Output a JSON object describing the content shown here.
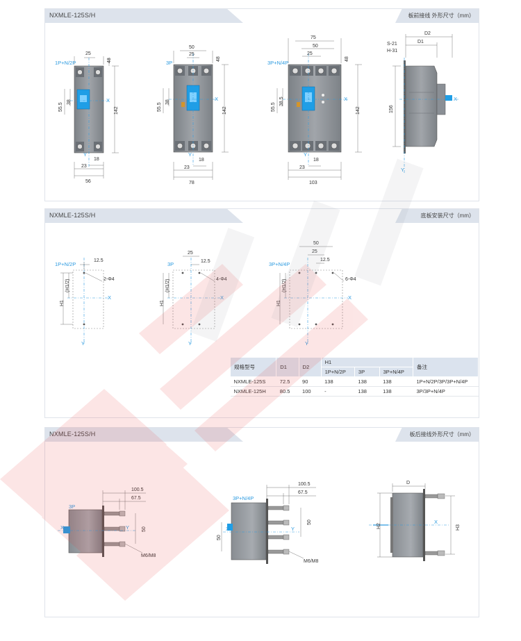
{
  "panels": [
    {
      "title": "NXMLE-125S/H",
      "subtitle": "板前接线  外形尺寸（mm）"
    },
    {
      "title": "NXMLE-125S/H",
      "subtitle": "底板安装尺寸（mm）"
    },
    {
      "title": "NXMLE-125S/H",
      "subtitle": "板后接线外形尺寸（mm）"
    }
  ],
  "front": {
    "p1": {
      "label": "1P+N/2P",
      "d25": "25",
      "d48": "48",
      "d142": "142",
      "d555": "55.5",
      "d38": "38",
      "d18": "18",
      "d23": "23",
      "d56": "56",
      "x": "X",
      "y": "Y"
    },
    "p3": {
      "label": "3P",
      "d50": "50",
      "d25": "25",
      "d48": "48",
      "d142": "142",
      "d555": "55.5",
      "d38": "38",
      "d18": "18",
      "d23": "23",
      "d78": "78",
      "x": "X",
      "y": "Y"
    },
    "p4": {
      "label": "3P+N/4P",
      "d75": "75",
      "d50": "50",
      "d25": "25",
      "d48": "48",
      "d142": "142",
      "d555": "55.5",
      "d385": "38.5",
      "d18": "18",
      "d23": "23",
      "d103": "103",
      "x": "X",
      "y": "Y"
    },
    "side": {
      "d2": "D2",
      "d1": "D1",
      "s21": "S-21",
      "h31": "H-31",
      "d156": "156",
      "x": "X",
      "y": "Y"
    }
  },
  "mount": {
    "p1": {
      "label": "1P+N/2P",
      "d125": "12.5",
      "hole": "2-Φ4",
      "h1": "H1",
      "h1h": "(H1/2)",
      "x": "X",
      "y": "Y"
    },
    "p3": {
      "label": "3P",
      "d25": "25",
      "d125": "12.5",
      "hole": "4-Φ4",
      "h1": "H1",
      "h1h": "(H1/2)",
      "x": "X",
      "y": "Y"
    },
    "p4": {
      "label": "3P+N/4P",
      "d50": "50",
      "d25": "25",
      "d125": "12.5",
      "hole": "6-Φ4",
      "h1": "H1",
      "h1h": "(H1/2)",
      "x": "X",
      "y": "Y"
    }
  },
  "table": {
    "headers": {
      "model": "规格型号",
      "d1": "D1",
      "d2": "D2",
      "h1": "H1",
      "h1_1p": "1P+N/2P",
      "h1_3p": "3P",
      "h1_4p": "3P+N/4P",
      "note": "备注"
    },
    "rows": [
      {
        "model": "NXMLE-125S",
        "d1": "72.5",
        "d2": "90",
        "h1_1p": "138",
        "h1_3p": "138",
        "h1_4p": "138",
        "note": "1P+N/2P/3P/3P+N/4P"
      },
      {
        "model": "NXMLE-125H",
        "d1": "80.5",
        "d2": "100",
        "h1_1p": "-",
        "h1_3p": "138",
        "h1_4p": "138",
        "note": "3P/3P+N/4P"
      }
    ]
  },
  "rear": {
    "p3": {
      "label": "3P",
      "d1005": "100.5",
      "d675": "67.5",
      "d50": "50",
      "bolt": "M6/M8",
      "x": "X",
      "y": "Y"
    },
    "p4": {
      "label": "3P+N/4P",
      "d1005": "100.5",
      "d675": "67.5",
      "d50a": "50",
      "d50b": "50",
      "bolt": "M6/M8",
      "x": "X",
      "y": "Y"
    },
    "side": {
      "h2": "H2",
      "h3": "H3",
      "d": "D",
      "x": "X"
    }
  },
  "colors": {
    "accent": "#2d9be0",
    "body": "#8c9197",
    "handle": "#1f9ee6",
    "bar": "#dde3ec",
    "watermark": "#e94040"
  }
}
